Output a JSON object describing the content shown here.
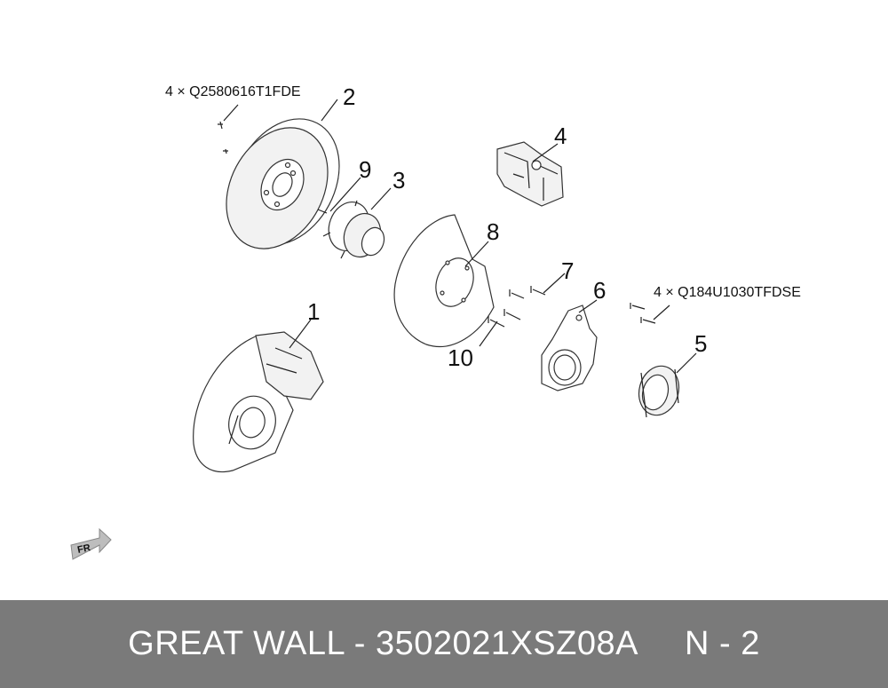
{
  "diagram": {
    "callouts": [
      "1",
      "2",
      "3",
      "4",
      "5",
      "6",
      "7",
      "8",
      "9",
      "10"
    ],
    "notes": {
      "disc_bolts": "4 × Q2580616T1FDE",
      "plate_bolts": "4 × Q184U1030TFDSE"
    },
    "direction_badge": "FR"
  },
  "footer": {
    "text": "GREAT WALL - 3502021XSZ08A",
    "page": "N - 2",
    "background": "#7a7a7a",
    "color": "#ffffff"
  }
}
